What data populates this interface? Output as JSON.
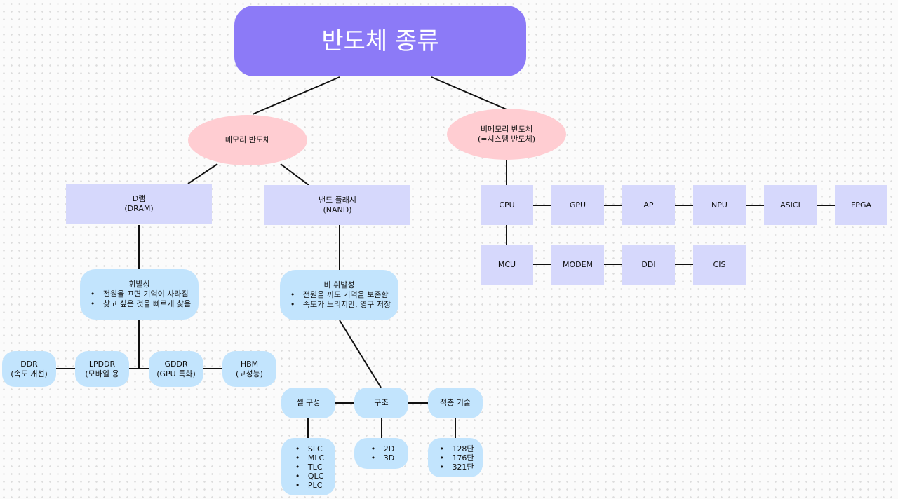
{
  "title": "반도체 종류",
  "memory": {
    "label": "메모리 반도체",
    "dram": {
      "line1": "D램",
      "line2": "(DRAM)"
    },
    "dram_props": {
      "title": "휘발성",
      "bullets": [
        "전원을 끄면 기억이 사라짐",
        "찾고 싶은 것을 빠르게 찾음"
      ]
    },
    "dram_types": [
      {
        "line1": "DDR",
        "line2": "(속도 개선)"
      },
      {
        "line1": "LPDDR",
        "line2": "(모바일 용"
      },
      {
        "line1": "GDDR",
        "line2": "(GPU 특화)"
      },
      {
        "line1": "HBM",
        "line2": "(고성능)"
      }
    ],
    "nand": {
      "line1": "낸드 플래시",
      "line2": "(NAND)"
    },
    "nand_props": {
      "title": "비 휘발성",
      "bullets": [
        "전원을 꺼도 기억을 보존함",
        "속도가 느리지만, 영구 저장"
      ]
    },
    "nand_children": [
      {
        "label": "셀 구성",
        "items": [
          "SLC",
          "MLC",
          "TLC",
          "QLC",
          "PLC"
        ]
      },
      {
        "label": "구조",
        "items": [
          "2D",
          "3D"
        ]
      },
      {
        "label": "적층 기술",
        "items": [
          "128단",
          "176단",
          "321단"
        ]
      }
    ]
  },
  "non_memory": {
    "line1": "비메모리 반도체",
    "line2": "(=시스템 반도체)",
    "row1": [
      "CPU",
      "GPU",
      "AP",
      "NPU",
      "ASICI",
      "FPGA"
    ],
    "row2": [
      "MCU",
      "MODEM",
      "DDI",
      "CIS"
    ]
  },
  "colors": {
    "root": "#8c7af7",
    "category": "#ffcdd2",
    "product": "#d6d8fc",
    "detail": "#c2e4fd"
  }
}
